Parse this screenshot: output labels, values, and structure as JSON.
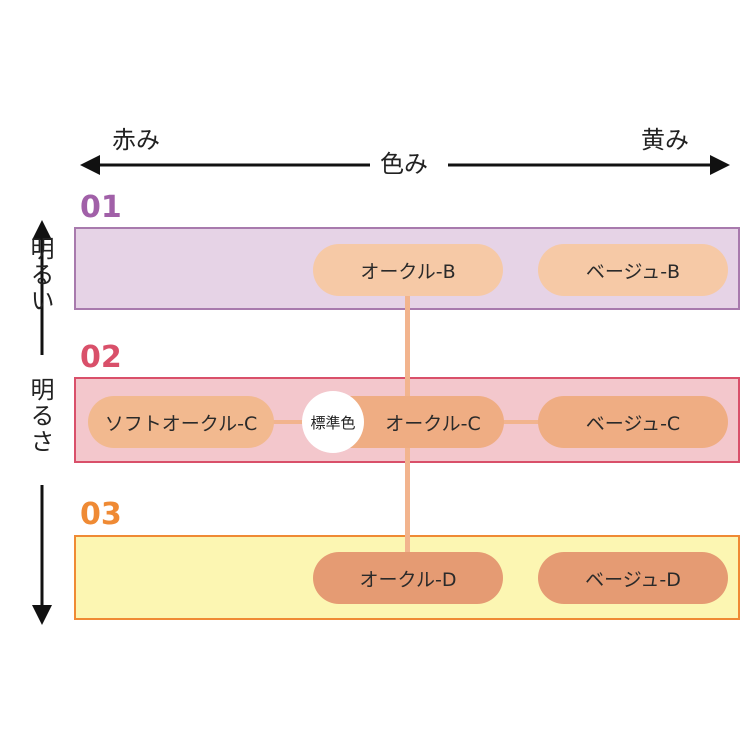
{
  "axis": {
    "horizontal_title": "色み",
    "left_label": "赤み",
    "right_label": "黄み",
    "vertical_title": "明るさ",
    "top_label": "明るい"
  },
  "badge": {
    "label": "標準色"
  },
  "levels": [
    {
      "number": "01",
      "number_color": "#a160a8",
      "band_fill": "#e6d3e6",
      "band_border": "#a87aad",
      "pills": [
        {
          "label": "オークル-B",
          "fill": "#f6c9a6"
        },
        {
          "label": "ベージュ-B",
          "fill": "#f6c9a6"
        }
      ]
    },
    {
      "number": "02",
      "number_color": "#d9506a",
      "band_fill": "#f3c7cc",
      "band_border": "#d9506a",
      "pills": [
        {
          "label": "ソフトオークル-C",
          "fill": "#f2b98f"
        },
        {
          "label": "オークル-C",
          "fill": "#efad83"
        },
        {
          "label": "ベージュ-C",
          "fill": "#efad83"
        }
      ]
    },
    {
      "number": "03",
      "number_color": "#ef8a34",
      "band_fill": "#fcf6b2",
      "band_border": "#ef8a34",
      "pills": [
        {
          "label": "オークル-D",
          "fill": "#e59b73"
        },
        {
          "label": "ベージュ-D",
          "fill": "#e59b73"
        }
      ]
    }
  ]
}
